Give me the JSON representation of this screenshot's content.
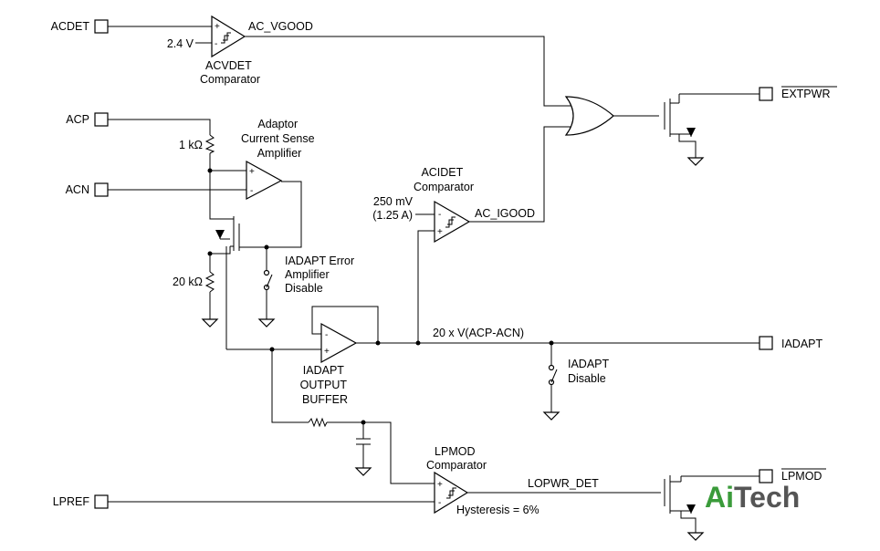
{
  "pins": {
    "acdet": "ACDET",
    "acp": "ACP",
    "acn": "ACN",
    "lpref": "LPREF",
    "extpwr": "EXTPWR",
    "iadapt": "IADAPT",
    "lpmod": "LPMOD"
  },
  "signals": {
    "ac_vgood": "AC_VGOOD",
    "ac_igood": "AC_IGOOD",
    "iadapt_node": "20 x V(ACP-ACN)",
    "lopwr_det": "LOPWR_DET"
  },
  "values": {
    "vref_24": "2.4 V",
    "r_1k": "1 kΩ",
    "r_20k": "20 kΩ",
    "vref_250mv": "250 mV",
    "vref_125a": "(1.25 A)",
    "hysteresis": "Hysteresis = 6%"
  },
  "blocks": {
    "acvdet": [
      "ACVDET",
      "Comparator"
    ],
    "adaptor_csa": [
      "Adaptor",
      "Current Sense",
      "Amplifier"
    ],
    "acidet": [
      "ACIDET",
      "Comparator"
    ],
    "iadapt_err": [
      "IADAPT Error",
      "Amplifier",
      "Disable"
    ],
    "iadapt_buf": [
      "IADAPT",
      "OUTPUT",
      "BUFFER"
    ],
    "iadapt_dis": [
      "IADAPT",
      "Disable"
    ],
    "lpmod": [
      "LPMOD",
      "Comparator"
    ]
  },
  "watermark": {
    "prefix": "Ai",
    "suffix": "Tech",
    "prefix_color": "#3a9b3a",
    "suffix_color": "#555555"
  }
}
